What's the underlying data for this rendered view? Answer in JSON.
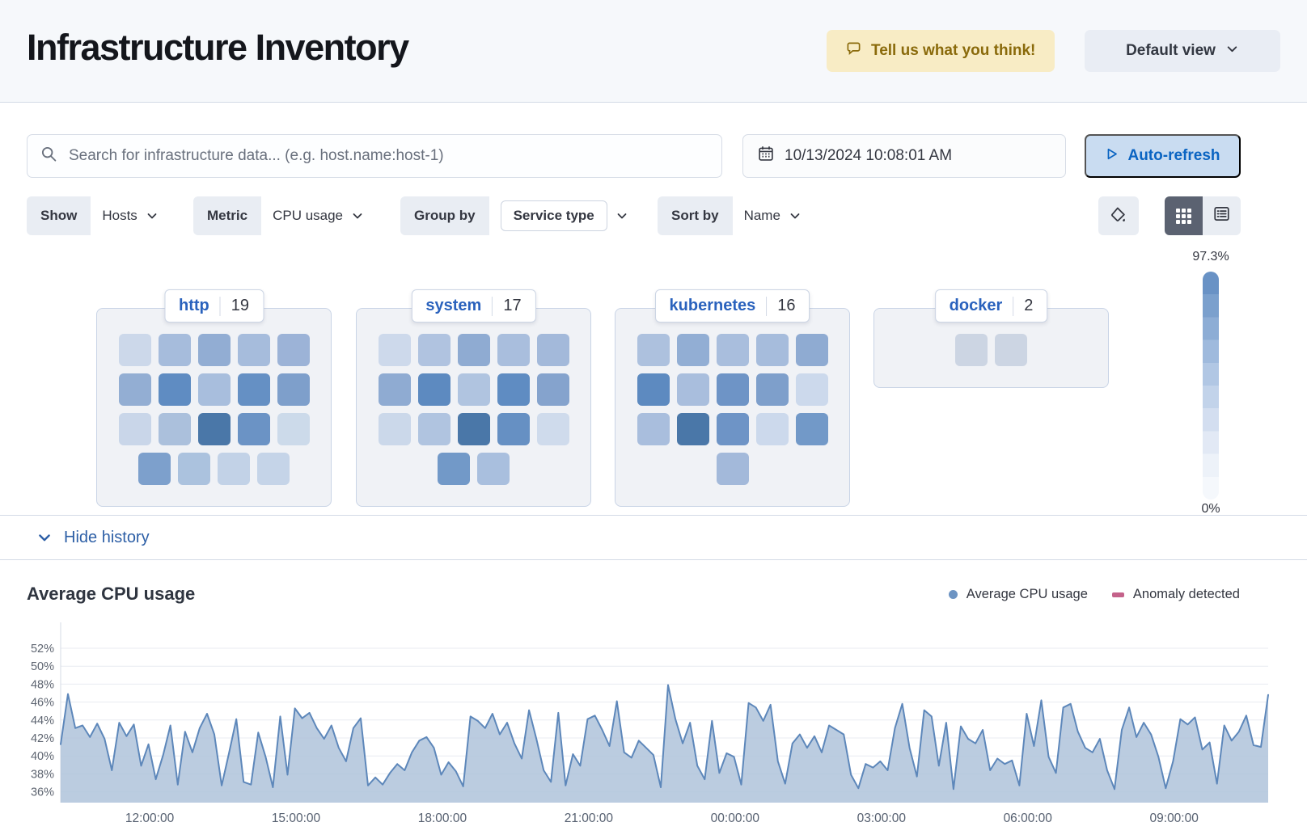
{
  "header": {
    "title": "Infrastructure Inventory",
    "feedback_button": "Tell us what you think!",
    "view_selector": "Default view"
  },
  "search": {
    "placeholder": "Search for infrastructure data... (e.g. host.name:host-1)",
    "datetime": "10/13/2024 10:08:01 AM",
    "auto_refresh": "Auto-refresh"
  },
  "filters": {
    "show": {
      "label": "Show",
      "value": "Hosts"
    },
    "metric": {
      "label": "Metric",
      "value": "CPU usage"
    },
    "group_by": {
      "label": "Group by",
      "value": "Service type"
    },
    "sort_by": {
      "label": "Sort by",
      "value": "Name"
    }
  },
  "color_legend": {
    "max": "97.3%",
    "min": "0%",
    "steps": [
      "#6992c5",
      "#7ba0cd",
      "#8dadd5",
      "#9fbadd",
      "#b1c7e4",
      "#c2d3ea",
      "#d3def0",
      "#e2e9f5",
      "#edf2f9",
      "#f5f8fc"
    ]
  },
  "groups": [
    {
      "name": "http",
      "count": "19",
      "rows": [
        [
          "#ccd8ea",
          "#a6bcdc",
          "#92add3",
          "#a6bcdc",
          "#9cb3d7"
        ],
        [
          "#93aed3",
          "#5f8cc2",
          "#a8bedd",
          "#6590c4",
          "#7e9fcb"
        ],
        [
          "#c9d6e9",
          "#abc0dc",
          "#4a77a8",
          "#6b93c5",
          "#ccdaea"
        ],
        [
          "#7da0cc",
          "#abc2de",
          "#c2d2e7",
          "#c5d4e8"
        ]
      ]
    },
    {
      "name": "system",
      "count": "17",
      "rows": [
        [
          "#cdd9eb",
          "#b0c3e0",
          "#8fabd2",
          "#a9bedd",
          "#a3b9da"
        ],
        [
          "#8fabd2",
          "#5d8ac0",
          "#b0c4e0",
          "#5f8cc2",
          "#85a3cd"
        ],
        [
          "#cbd8ea",
          "#b0c4e0",
          "#4a77a8",
          "#6690c3",
          "#cfdbec"
        ],
        [
          "#7299c8",
          "#a9bfde"
        ]
      ]
    },
    {
      "name": "kubernetes",
      "count": "16",
      "rows": [
        [
          "#adc1de",
          "#92aed4",
          "#a9bedd",
          "#a6bcdc",
          "#8fabd2"
        ],
        [
          "#5d8ac0",
          "#a9bedd",
          "#6e94c6",
          "#7e9fcb",
          "#ccd9ec"
        ],
        [
          "#a9bedd",
          "#4a77a8",
          "#6e94c6",
          "#ccd9ec",
          "#7299c8"
        ],
        [
          "#a3b9da"
        ]
      ]
    },
    {
      "name": "docker",
      "count": "2",
      "rows": [
        [
          "#ccd5e3",
          "#ccd5e3"
        ]
      ]
    }
  ],
  "history_toggle_label": "Hide history",
  "chart_data": {
    "type": "area",
    "title": "Average CPU usage",
    "legend": [
      {
        "label": "Average CPU usage",
        "color": "#6d94c3",
        "marker": "dot"
      },
      {
        "label": "Anomaly detected",
        "color": "#c4628a",
        "marker": "bar"
      }
    ],
    "legend_position": "top-right",
    "grid": true,
    "ylim": [
      36,
      52
    ],
    "y_ticks": [
      "52%",
      "50%",
      "48%",
      "46%",
      "44%",
      "42%",
      "40%",
      "38%",
      "36%"
    ],
    "x_ticks": [
      "12:00:00",
      "15:00:00",
      "18:00:00",
      "21:00:00",
      "00:00:00",
      "03:00:00",
      "06:00:00",
      "09:00:00"
    ],
    "line_color": "#5d87ba",
    "fill_color": "#afc3da",
    "values": [
      41.3,
      46.9,
      43.1,
      43.4,
      42.1,
      43.6,
      41.9,
      38.4,
      43.7,
      42.2,
      43.5,
      38.9,
      41.3,
      37.4,
      40.1,
      43.4,
      36.8,
      42.7,
      40.4,
      43.1,
      44.7,
      42.4,
      36.7,
      40.3,
      44.1,
      37.1,
      36.8,
      42.6,
      39.9,
      36.5,
      44.4,
      37.9,
      45.3,
      44.2,
      44.8,
      43.1,
      41.9,
      43.4,
      40.9,
      39.4,
      43.1,
      44.2,
      36.7,
      37.6,
      36.8,
      38.1,
      39.1,
      38.4,
      40.4,
      41.7,
      42.1,
      40.9,
      37.9,
      39.3,
      38.3,
      36.6,
      44.4,
      43.9,
      43.1,
      44.7,
      42.4,
      43.7,
      41.4,
      39.7,
      45.1,
      41.9,
      38.4,
      37.1,
      44.8,
      36.7,
      40.2,
      38.9,
      44.1,
      44.5,
      42.9,
      41.1,
      46.1,
      40.4,
      39.8,
      41.7,
      40.9,
      40.1,
      36.5,
      47.9,
      44.1,
      41.4,
      43.7,
      38.9,
      37.4,
      43.9,
      38.1,
      40.3,
      39.9,
      36.8,
      45.9,
      45.4,
      43.9,
      45.7,
      39.4,
      36.9,
      41.4,
      42.4,
      40.9,
      42.2,
      40.4,
      43.4,
      42.9,
      42.4,
      37.9,
      36.4,
      39.1,
      38.7,
      39.4,
      38.4,
      43.1,
      45.8,
      40.9,
      37.7,
      45.1,
      44.4,
      38.9,
      43.7,
      36.3,
      43.3,
      41.9,
      41.4,
      42.9,
      38.4,
      39.7,
      39.1,
      39.5,
      36.7,
      44.7,
      41.1,
      46.2,
      39.9,
      38.1,
      45.4,
      45.8,
      42.7,
      40.9,
      40.4,
      41.9,
      38.4,
      36.3,
      42.9,
      45.4,
      42.1,
      43.7,
      42.4,
      39.9,
      36.4,
      39.4,
      44.1,
      43.5,
      44.3,
      40.7,
      41.5,
      36.9,
      43.4,
      41.7,
      42.7,
      44.5,
      41.2,
      41.0,
      46.8
    ]
  }
}
